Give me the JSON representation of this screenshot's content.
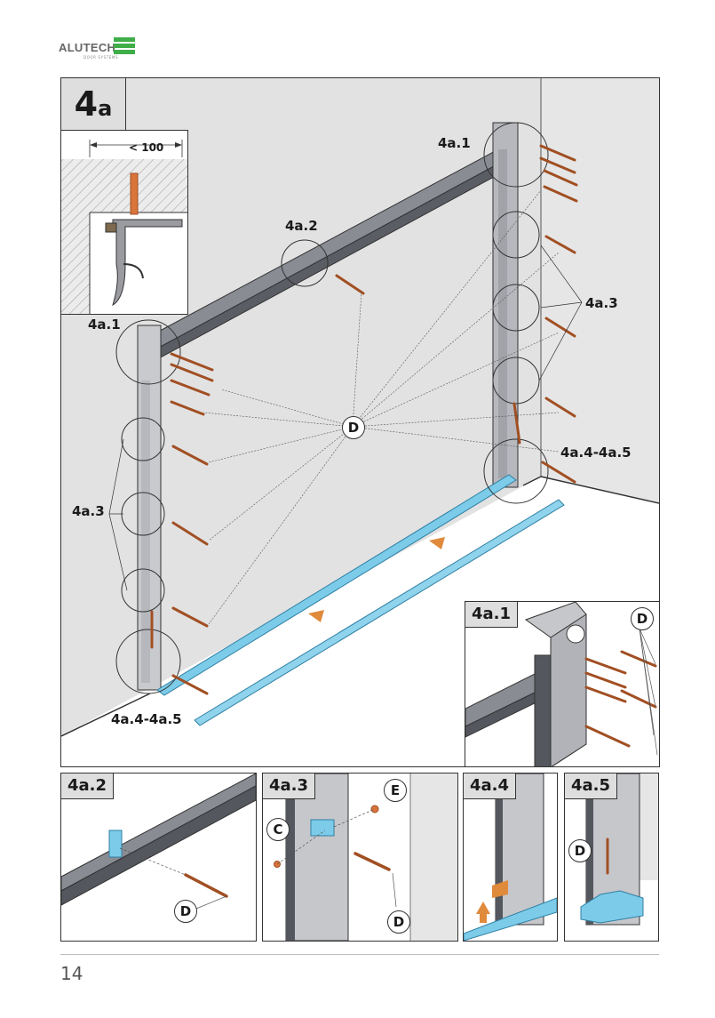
{
  "brand": {
    "name": "ALUTECH",
    "sub": "DOOR SYSTEMS",
    "color": "#3fae49"
  },
  "main_figure": {
    "step": "4",
    "step_suffix": "a",
    "inset_dimension": "< 100",
    "labels": {
      "top_right_bracket": "4a.1",
      "top_left_bracket": "4a.1",
      "mid_profile": "4a.2",
      "right_wall_mounts": "4a.3",
      "left_wall_mounts": "4a.3",
      "right_bottom": "4a.4-4a.5",
      "left_bottom": "4a.4-4a.5"
    },
    "fastener_callout": "D"
  },
  "detail_4a1": {
    "title": "4a.1",
    "callout": "D"
  },
  "detail_4a2": {
    "title": "4a.2",
    "callout": "D"
  },
  "detail_4a3": {
    "title": "4a.3",
    "callout_c": "C",
    "callout_e": "E",
    "callout_d": "D"
  },
  "detail_4a4": {
    "title": "4a.4"
  },
  "detail_4a5": {
    "title": "4a.5",
    "callout": "D"
  },
  "colors": {
    "frame": "#333333",
    "rail": "#8a8c94",
    "rail_dark": "#55575e",
    "bolt": "#d8743c",
    "bolt_dark": "#a14f23",
    "blue_rail": "#7ccbe9",
    "wall": "#e4e4e4"
  },
  "page": {
    "number": "14"
  }
}
